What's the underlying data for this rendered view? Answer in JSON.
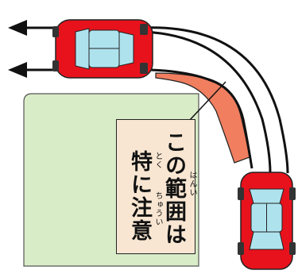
{
  "note_box": {
    "line1": "この範囲は",
    "line2": "特に注意",
    "ruby_hanni": "はんい",
    "ruby_toku": "とく",
    "ruby_chuui": "ちゅうい"
  },
  "colors": {
    "area_fill": "#d9ecc8",
    "car_red": "#e8121c",
    "car_window": "#aee3ee",
    "danger_zone": "#f07e5f",
    "note_bg": "#f8e6d2",
    "line": "#111111"
  }
}
